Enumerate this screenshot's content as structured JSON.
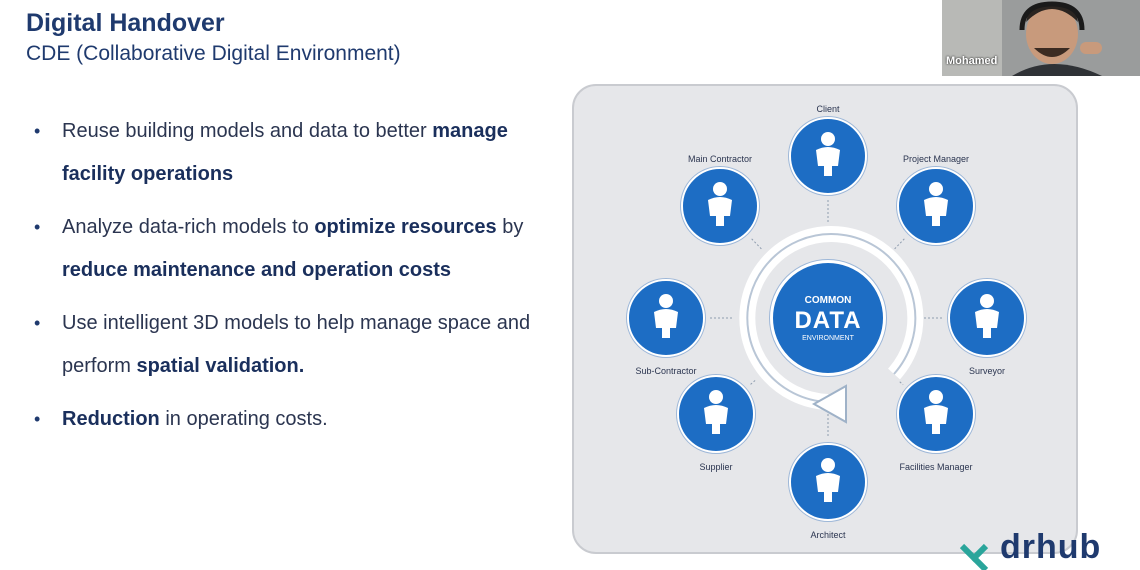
{
  "slide": {
    "title": "Digital Handover",
    "subtitle": "CDE (Collaborative Digital Environment)"
  },
  "bullets": [
    {
      "parts": [
        {
          "t": "Reuse building models and data to better "
        },
        {
          "t": "manage facility operations",
          "b": true
        }
      ]
    },
    {
      "parts": [
        {
          "t": "Analyze data-rich models to "
        },
        {
          "t": "optimize resources",
          "b": true
        },
        {
          "t": " by "
        },
        {
          "t": "reduce maintenance and operation costs",
          "b": true
        }
      ]
    },
    {
      "parts": [
        {
          "t": "Use intelligent 3D models to help manage space and perform "
        },
        {
          "t": "spatial validation.",
          "b": true
        }
      ]
    },
    {
      "parts": [
        {
          "t": "Reduction",
          "b": true
        },
        {
          "t": " in operating costs."
        }
      ]
    }
  ],
  "diagram": {
    "center": {
      "line1": "COMMON",
      "line2": "DATA",
      "line3": "ENVIRONMENT"
    },
    "nodes": [
      {
        "label": "Client",
        "icon": "client-desk-icon"
      },
      {
        "label": "Project Manager",
        "icon": "pointing-person-icon"
      },
      {
        "label": "Surveyor",
        "icon": "surveyor-theodolite-icon"
      },
      {
        "label": "Facilities Manager",
        "icon": "technician-icon"
      },
      {
        "label": "Architect",
        "icon": "architect-person-icon"
      },
      {
        "label": "Supplier",
        "icon": "supplier-trolley-icon"
      },
      {
        "label": "Sub-Contractor",
        "icon": "worker-icon"
      },
      {
        "label": "Main Contractor",
        "icon": "contractor-icon"
      }
    ]
  },
  "webcam": {
    "name": "Mohamed"
  },
  "logo": {
    "text": "drhub"
  },
  "colors": {
    "accent": "#1d6dc4",
    "title": "#1f3a6e",
    "panel": "#e6e7ea"
  }
}
